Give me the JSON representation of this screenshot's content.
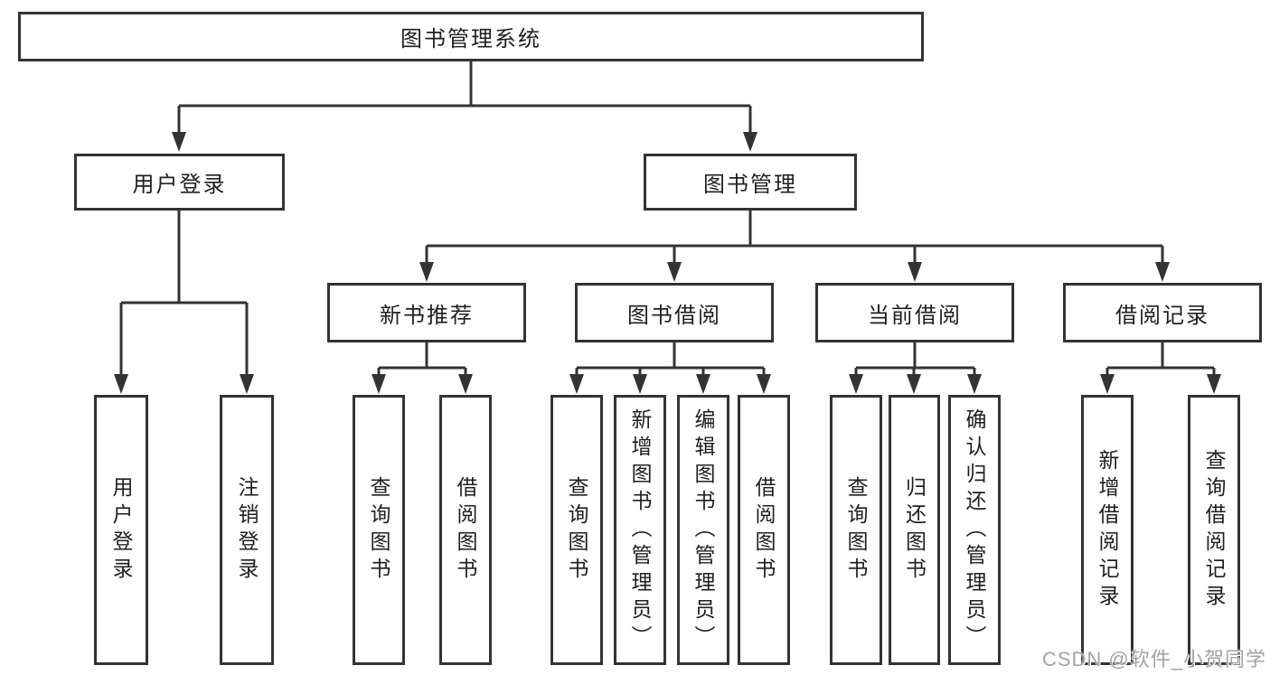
{
  "colors": {
    "background": "#ffffff",
    "line": "#333333",
    "box_border": "#333333",
    "text": "#1f1f1f",
    "watermark": "#a3a3a3"
  },
  "tree": {
    "root": {
      "label": "图书管理系统",
      "children": [
        {
          "label": "用户登录",
          "children": [
            {
              "label": "用户登录"
            },
            {
              "label": "注销登录"
            }
          ]
        },
        {
          "label": "图书管理",
          "children": [
            {
              "label": "新书推荐",
              "children": [
                {
                  "label": "查询图书"
                },
                {
                  "label": "借阅图书"
                }
              ]
            },
            {
              "label": "图书借阅",
              "children": [
                {
                  "label": "查询图书"
                },
                {
                  "label": "新增图书（管理员）"
                },
                {
                  "label": "编辑图书（管理员）"
                },
                {
                  "label": "借阅图书"
                }
              ]
            },
            {
              "label": "当前借阅",
              "children": [
                {
                  "label": "查询图书"
                },
                {
                  "label": "归还图书"
                },
                {
                  "label": "确认归还（管理员）"
                }
              ]
            },
            {
              "label": "借阅记录",
              "children": [
                {
                  "label": "新增借阅记录"
                },
                {
                  "label": "查询借阅记录"
                }
              ]
            }
          ]
        }
      ]
    }
  },
  "watermark": {
    "text": "CSDN @软件_小贺同学"
  }
}
